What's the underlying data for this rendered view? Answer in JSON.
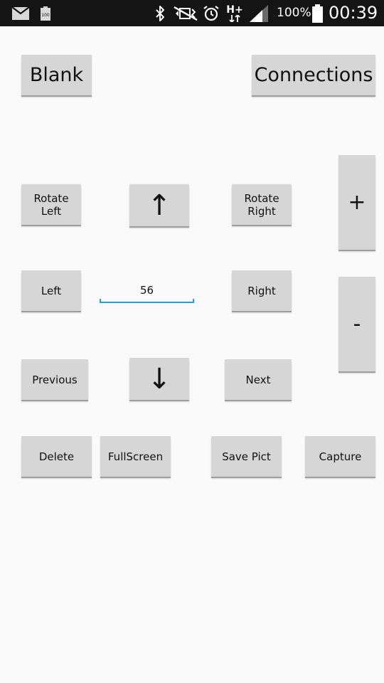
{
  "status_bar": {
    "battery_percent": "100%",
    "time": "00:39",
    "network_type": "H+",
    "icons": [
      "email-icon",
      "battery-saver-icon",
      "bluetooth-icon",
      "mute-vibrate-icon",
      "alarm-icon",
      "network-data-icon",
      "signal-icon",
      "battery-icon"
    ],
    "mini_battery_label": "100"
  },
  "buttons": {
    "blank": "Blank",
    "connections": "Connections",
    "rotate_left": "Rotate\nLeft",
    "up": "↑",
    "rotate_right": "Rotate\nRight",
    "zoom_in": "+",
    "left": "Left",
    "right": "Right",
    "zoom_out": "-",
    "previous": "Previous",
    "down": "↓",
    "next": "Next",
    "delete": "Delete",
    "fullscreen": "FullScreen",
    "save_pict": "Save Pict",
    "capture": "Capture"
  },
  "step_field": {
    "value": "56"
  },
  "colors": {
    "status_bar_bg": "#141414",
    "background": "#fafafa",
    "button_bg": "#d6d6d6",
    "field_underline": "#2aa0d6"
  }
}
